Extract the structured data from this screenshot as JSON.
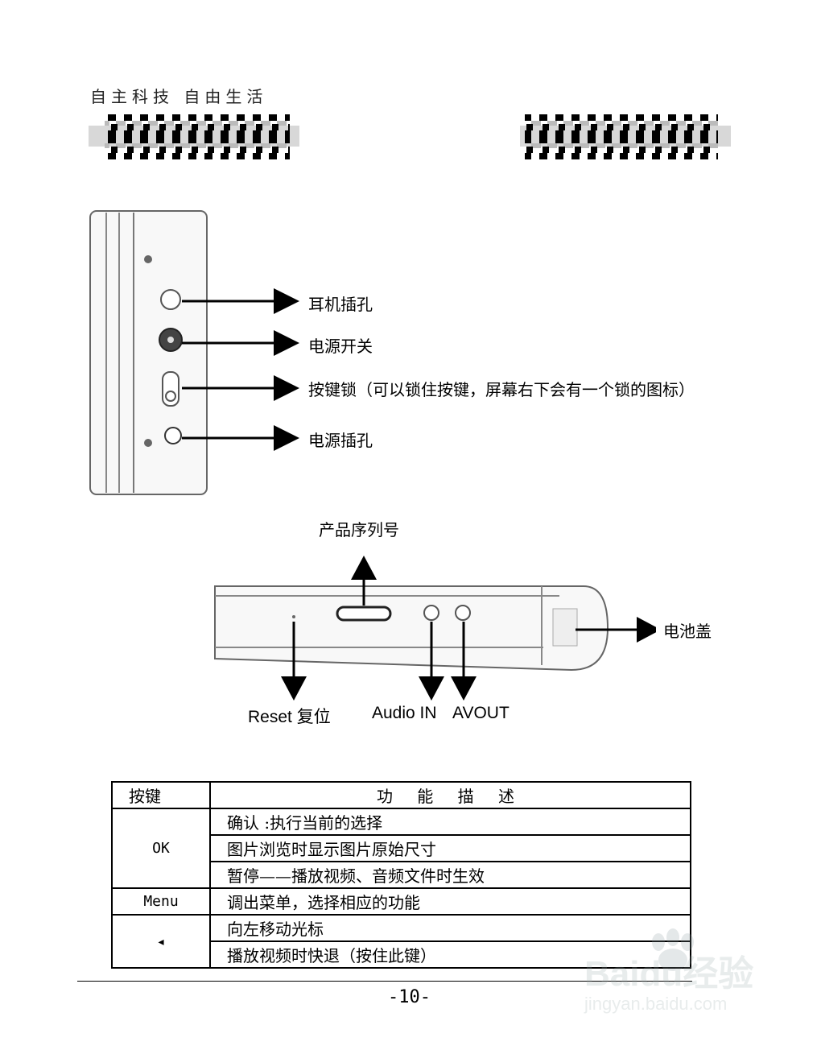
{
  "header": {
    "slogan": "自主科技  自由生活"
  },
  "device_side": {
    "callouts": [
      "耳机插孔",
      "电源开关",
      "按键锁（可以锁住按键，屏幕右下会有一个锁的图标）",
      "电源插孔"
    ]
  },
  "device_bottom": {
    "serial_label": "产品序列号",
    "battery_label": "电池盖",
    "reset_label": "Reset 复位",
    "audio_in_label": "Audio IN",
    "avout_label": "AVOUT"
  },
  "table": {
    "headers": [
      "按键",
      "功 能 描 述"
    ],
    "groups": [
      {
        "key": "OK",
        "rows": [
          "确认 :执行当前的选择",
          "图片浏览时显示图片原始尺寸",
          "暂停——播放视频、音频文件时生效"
        ]
      },
      {
        "key": "Menu",
        "rows": [
          "调出菜单，选择相应的功能"
        ]
      },
      {
        "key": "◂",
        "rows": [
          "向左移动光标",
          "播放视频时快退（按住此键）"
        ]
      }
    ]
  },
  "footer": {
    "page_number": "-10-"
  },
  "watermark": {
    "brand": "Baidu经验",
    "url": "jingyan.baidu.com"
  }
}
